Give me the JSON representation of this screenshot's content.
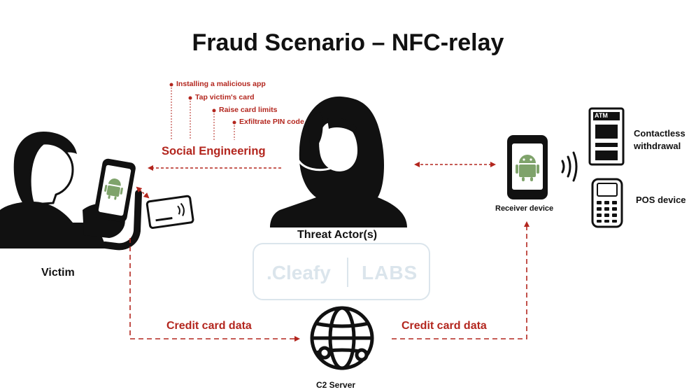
{
  "title": "Fraud Scenario – NFC-relay",
  "steps": [
    "Installing a malicious app",
    "Tap victim's card",
    "Raise card limits",
    "Exfiltrate PIN code"
  ],
  "social_engineering_label": "Social Engineering",
  "nodes": {
    "victim": "Victim",
    "threat_actor": "Threat Actor(s)",
    "receiver": "Receiver device",
    "atm_label": "ATM",
    "contactless": "Contactless withdrawal",
    "pos": "POS device",
    "c2": "C2 Server"
  },
  "edges": {
    "left_data": "Credit card data",
    "right_data": "Credit card data"
  },
  "watermark": {
    "brand": ".Cleafy",
    "sub": "LABS"
  },
  "colors": {
    "accent": "#b3261e",
    "android": "#7fa36b",
    "ink": "#111111",
    "watermark": "#dbe5ec"
  }
}
